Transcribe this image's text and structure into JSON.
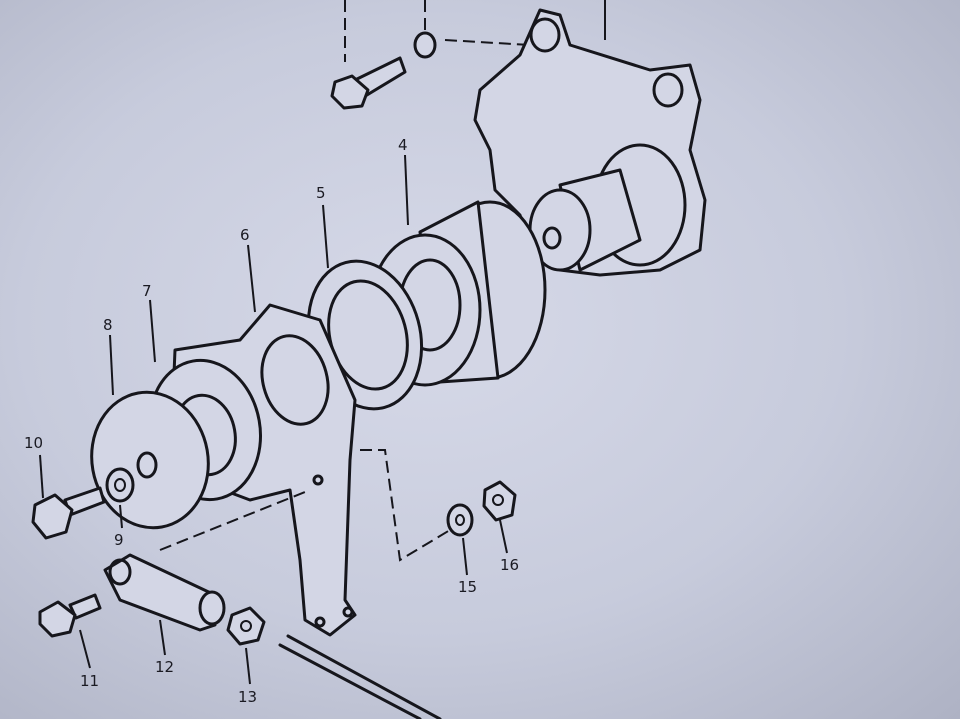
{
  "diagram": {
    "callouts": [
      {
        "id": "4",
        "label": "4"
      },
      {
        "id": "5",
        "label": "5"
      },
      {
        "id": "6",
        "label": "6"
      },
      {
        "id": "7",
        "label": "7"
      },
      {
        "id": "8",
        "label": "8"
      },
      {
        "id": "9",
        "label": "9"
      },
      {
        "id": "10",
        "label": "10"
      },
      {
        "id": "11",
        "label": "11"
      },
      {
        "id": "12",
        "label": "12"
      },
      {
        "id": "13",
        "label": "13"
      },
      {
        "id": "15",
        "label": "15"
      },
      {
        "id": "16",
        "label": "16"
      }
    ],
    "line_color": "#16161c",
    "background_color": "#c8ccdc"
  }
}
